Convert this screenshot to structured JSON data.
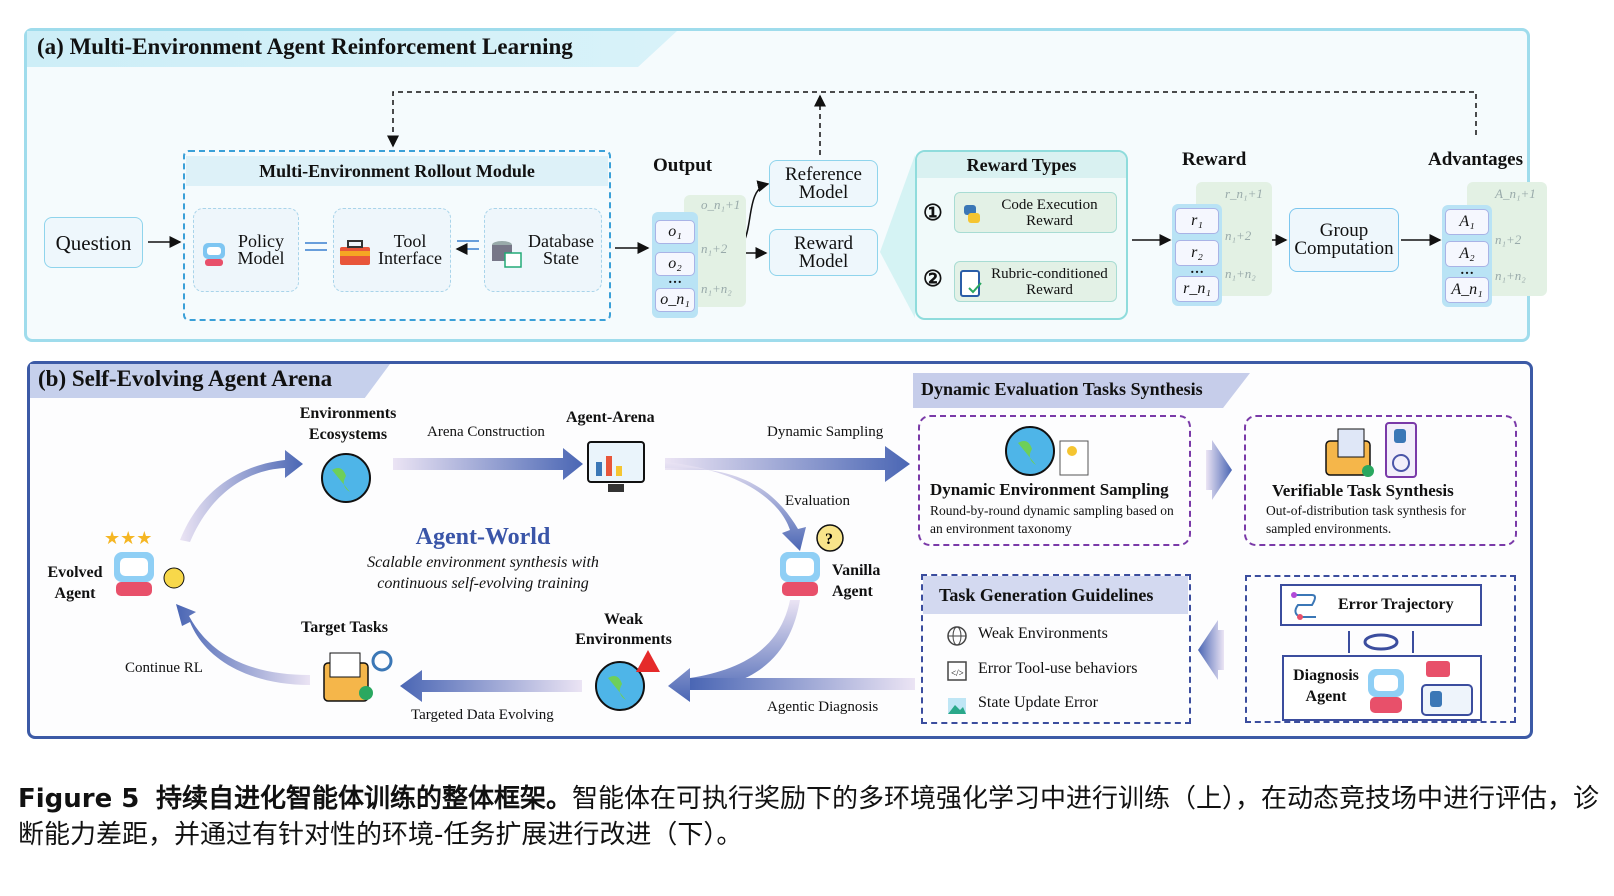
{
  "panel_a": {
    "title": "(a) Multi-Environment Agent Reinforcement Learning",
    "question": "Question",
    "rollout": {
      "title": "Multi-Environment Rollout Module",
      "policy": "Policy Model",
      "tool": "Tool Interface",
      "database": "Database State"
    },
    "output": {
      "label": "Output",
      "items": [
        "o₁",
        "o₂",
        "o_n₁"
      ],
      "ghost": [
        "o_n₁+1",
        "n₁+2",
        "n₁+n₂"
      ],
      "dots": "…"
    },
    "reference_model": "Reference Model",
    "reward_model": "Reward Model",
    "reward_types": {
      "title": "Reward Types",
      "items": [
        {
          "num": "①",
          "label": "Code Execution Reward",
          "icon": "python-icon"
        },
        {
          "num": "②",
          "label": "Rubric-conditioned Reward",
          "icon": "rubric-clipboard-icon"
        }
      ]
    },
    "reward": {
      "label": "Reward",
      "items": [
        "r₁",
        "r₂",
        "r_n₁"
      ],
      "ghost": [
        "r_n₁+1",
        "n₁+2",
        "n₁+n₂"
      ],
      "dots": "…"
    },
    "group_computation": "Group Computation",
    "advantages": {
      "label": "Advantages",
      "items": [
        "A₁",
        "A₂",
        "A_n₁"
      ],
      "ghost": [
        "A_n₁+1",
        "n₁+2",
        "n₁+n₂"
      ],
      "dots": "…"
    }
  },
  "panel_b": {
    "title": "(b) Self-Evolving Agent Arena",
    "environments": "Environments Ecosystems",
    "arena_construction": "Arena Construction",
    "agent_arena": "Agent-Arena",
    "dynamic_sampling": "Dynamic Sampling",
    "evaluation": "Evaluation",
    "vanilla_agent": "Vanilla Agent",
    "agentic_diagnosis": "Agentic Diagnosis",
    "weak_environments": "Weak Environments",
    "targeted_data_evolving": "Targeted Data Evolving",
    "target_tasks": "Target Tasks",
    "continue_rl": "Continue RL",
    "evolved_agent": "Evolved Agent",
    "center_title": "Agent-World",
    "center_subtitle_1": "Scalable environment synthesis with",
    "center_subtitle_2": "continuous self-evolving training",
    "synthesis": {
      "title": "Dynamic Evaluation Tasks Synthesis",
      "des_title": "Dynamic Environment Sampling",
      "des_desc": "Round-by-round dynamic sampling based on an environment taxonomy",
      "vts_title": "Verifiable Task Synthesis",
      "vts_desc": "Out-of-distribution task synthesis for sampled environments."
    },
    "guidelines": {
      "title": "Task Generation Guidelines",
      "items": [
        {
          "label": "Weak Environments",
          "icon": "globe-icon"
        },
        {
          "label": "Error Tool-use behaviors",
          "icon": "code-window-icon"
        },
        {
          "label": "State Update Error",
          "icon": "image-icon"
        }
      ]
    },
    "error_trajectory": "Error Trajectory",
    "diagnosis_agent": "Diagnosis Agent"
  },
  "caption": {
    "label": "Figure 5",
    "bold": "持续自进化智能体训练的整体框架。",
    "text": "智能体在可执行奖励下的多环境强化学习中进行训练（上），在动态竞技场中进行评估，诊断能力差距，并通过有针对性的环境-任务扩展进行改进（下）。"
  },
  "colors": {
    "panel_a_border": "#9fdcec",
    "panel_b_border": "#3c5aa6",
    "purple_dash": "#7a3aa8",
    "accent_blue": "#3a55a8"
  }
}
